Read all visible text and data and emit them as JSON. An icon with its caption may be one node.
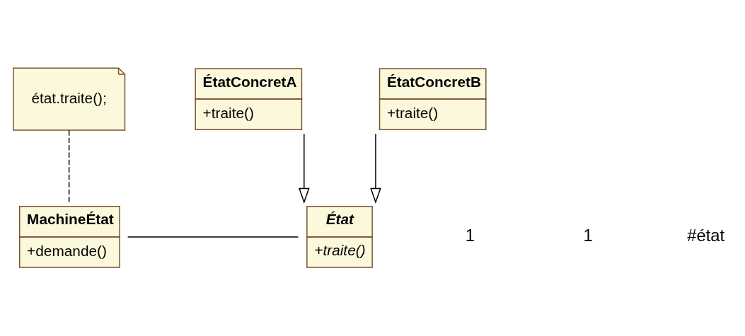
{
  "diagram": {
    "nodes": [
      {
        "text": [
          "MachineÉtat",
          "+demande()"
        ]
      },
      {
        "text": [
          "État",
          "+traite()"
        ]
      },
      {
        "text": [
          "état.traite();"
        ]
      },
      {
        "text": [
          "ÉtatConcretA",
          "+traite()"
        ]
      },
      {
        "text": [
          "ÉtatConcretB",
          "+traite()"
        ]
      }
    ],
    "edges": [
      {
        "from": 0,
        "to": 1,
        "arrow": "none"
      },
      {
        "from": 2,
        "to": 0,
        "arrow": "none",
        "style": "dashed"
      },
      {
        "from": 3,
        "to": 1,
        "arrow": "to"
      },
      {
        "from": 4,
        "to": 1,
        "arrow": "to"
      }
    ],
    "labels": [
      "1",
      "1",
      "#état"
    ]
  }
}
